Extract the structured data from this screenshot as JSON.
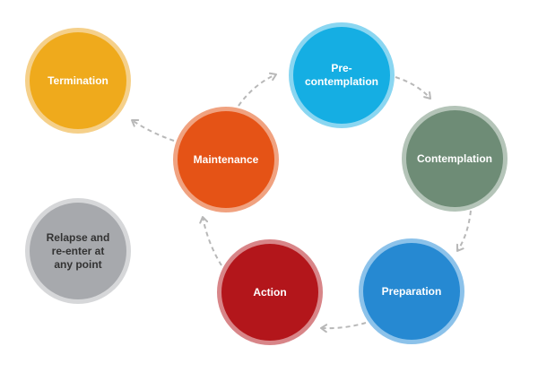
{
  "diagram": {
    "stages": {
      "termination": "Termination",
      "precontemplation": "Pre-contemplation",
      "contemplation": "Contemplation",
      "maintenance": "Maintenance",
      "relapse": "Relapse and re-enter at any point",
      "preparation": "Preparation",
      "action": "Action"
    }
  },
  "colors": {
    "termination": "#efaa1c",
    "precontemplation": "#15aee3",
    "contemplation": "#6e8c76",
    "maintenance": "#e55316",
    "relapse": "#a7a9ad",
    "preparation": "#2689d2",
    "action": "#b3161b",
    "arrow": "#b8b8b8"
  }
}
